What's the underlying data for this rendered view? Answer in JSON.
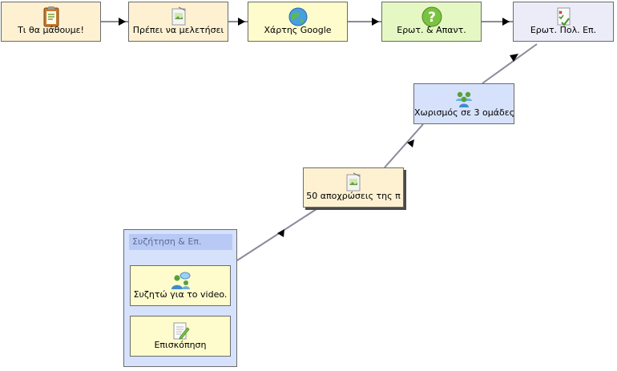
{
  "nodes": {
    "n1": {
      "label": "Τι θα μάθουμε!",
      "icon": "clipboard-notes-icon",
      "color": "#fdf1d2"
    },
    "n2": {
      "label": "Πρέπει να μελετήσει",
      "icon": "picture-document-icon",
      "color": "#fdf1d2"
    },
    "n3": {
      "label": "Χάρτης Google",
      "icon": "globe-icon",
      "color": "#fefccc"
    },
    "n4": {
      "label": "Ερωτ. & Απαντ.",
      "icon": "question-mark-icon",
      "color": "#e5f8c4"
    },
    "n5": {
      "label": "Ερωτ. Πολ. Επ.",
      "icon": "checklist-icon",
      "color": "#ececf8"
    },
    "n6": {
      "label": "Χωρισμός σε 3 ομάδες",
      "icon": "group-people-icon",
      "color": "#d6e2fb"
    },
    "n7": {
      "label": "50 αποχρώσεις της π",
      "icon": "picture-document-icon",
      "color": "#fdf1d2"
    }
  },
  "group": {
    "title": "Συζήτηση & Επ.",
    "color": "#d6e2fb",
    "items": [
      {
        "label": "Συζητώ για το video.",
        "icon": "discussion-people-icon",
        "color": "#fefccc"
      },
      {
        "label": "Επισκόπηση",
        "icon": "edit-document-icon",
        "color": "#fefccc"
      }
    ]
  }
}
